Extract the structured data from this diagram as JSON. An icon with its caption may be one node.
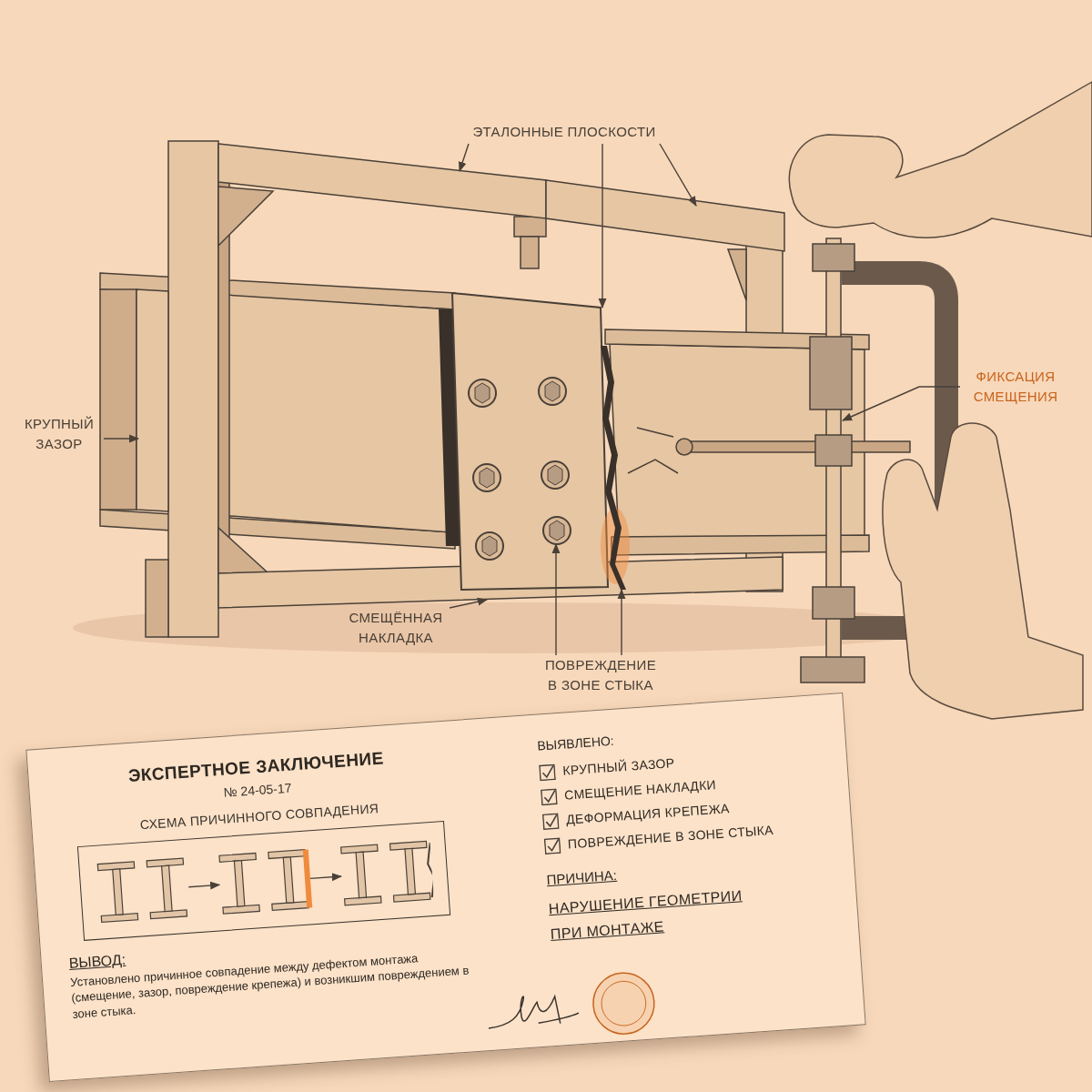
{
  "diagram": {
    "nodes": [
      {
        "text": [
          "ЭТАЛОННЫЕ ПЛОСКОСТИ"
        ]
      },
      {
        "text": [],
        "shape": "box"
      },
      {
        "text": [],
        "shape": "box"
      },
      {
        "text": [],
        "shape": "box"
      },
      {
        "text": [
          "КРУПНЫЙ ЗАЗОР"
        ]
      },
      {
        "text": [],
        "shape": "box"
      },
      {
        "text": [
          "ФИКСАЦИЯ СМЕЩЕНИЯ"
        ]
      },
      {
        "text": [],
        "shape": "box"
      },
      {
        "text": [
          "СМЕЩЁННАЯ НАКЛАДКА"
        ]
      },
      {
        "text": [],
        "shape": "box"
      },
      {
        "text": [
          "ПОВРЕЖДЕНИЕ В ЗОНЕ СТЫКА"
        ]
      },
      {
        "text": [],
        "shape": "circle",
        "in": 3
      },
      {
        "text": [],
        "shape": "picture"
      },
      {
        "text": [
          "ЭКСПЕРТНОЕ ЗАКЛЮЧЕНИЕ",
          "№ 24-05-17",
          "СХЕМА ПРИЧИННОГО СОВПАДЕНИЯ",
          "ВЫВОД:",
          "Установлено причинное совпадение между дефектом монтажа (смещение, зазор, повреждение крепежа) и возникшим повреждением в зоне стыка.",
          "ВЫЯВЛЕНО:",
          "КРУПНЫЙ ЗАЗОР",
          "СМЕЩЕНИЕ НАКЛАДКИ",
          "ДЕФОРМАЦИЯ КРЕПЕЖА",
          "ПОВРЕЖДЕНИЕ В ЗОНЕ СТЫКА",
          "ПРИЧИНА:",
          "НАРУШЕНИЕ ГЕОМЕТРИИ",
          "ПРИ МОНТАЖЕ"
        ]
      },
      {
        "text": [],
        "shape": "box",
        "in": 13
      },
      {
        "text": [],
        "shape": "picture",
        "in": 14
      },
      {
        "text": [],
        "shape": "picture",
        "in": 14
      },
      {
        "text": [],
        "shape": "picture",
        "in": 14
      }
    ],
    "edges": [
      {
        "from": 0,
        "to": 1,
        "arrow": "to"
      },
      {
        "from": 0,
        "to": 2,
        "arrow": "to"
      },
      {
        "from": 0,
        "to": 3,
        "arrow": "to"
      },
      {
        "from": 4,
        "to": 5,
        "arrow": "to"
      },
      {
        "from": 6,
        "to": 7,
        "arrow": "to"
      },
      {
        "from": 8,
        "to": 9,
        "arrow": "to"
      },
      {
        "from": 10,
        "to": 11,
        "arrow": "to"
      },
      {
        "from": 10,
        "to": 12,
        "arrow": "to"
      },
      {
        "from": 15,
        "to": 16,
        "arrow": "to"
      },
      {
        "from": 16,
        "to": 17,
        "arrow": "to"
      }
    ]
  }
}
